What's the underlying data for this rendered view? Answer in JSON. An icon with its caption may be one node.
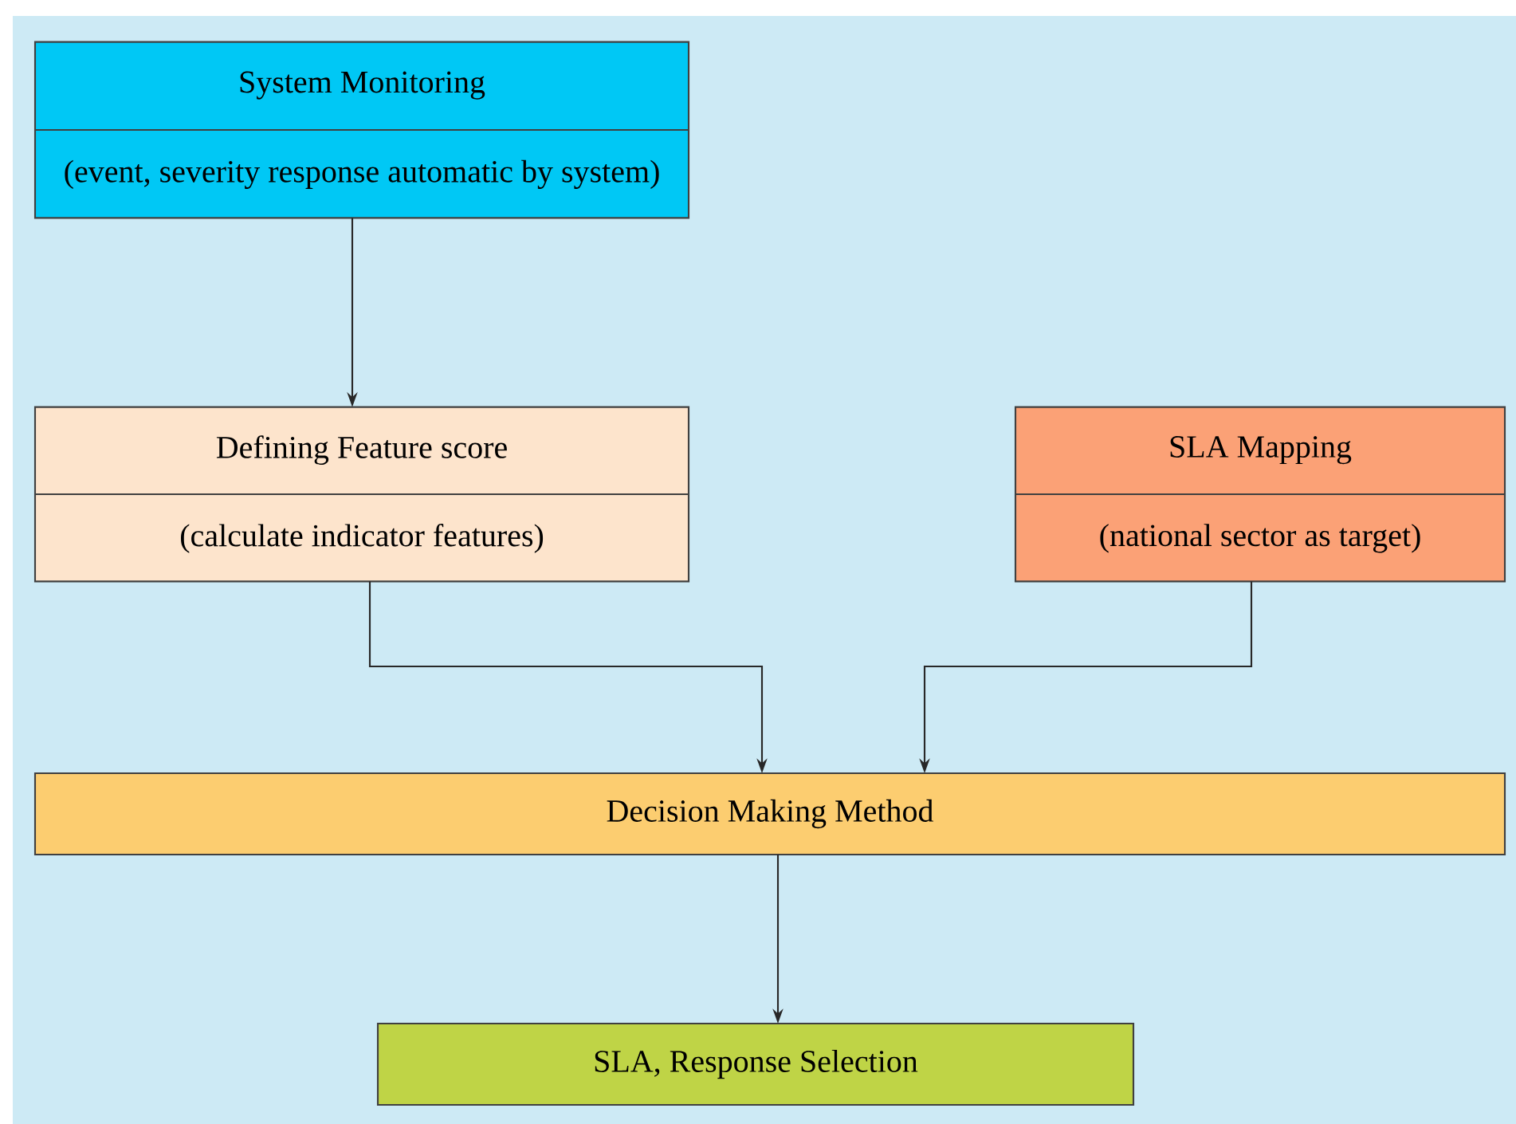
{
  "diagram": {
    "nodes": [
      {
        "text": [
          "System Monitoring",
          "(event, severity response automatic by system)"
        ]
      },
      {
        "text": [
          "Defining Feature score",
          "(calculate indicator features)"
        ]
      },
      {
        "text": [
          "SLA Mapping",
          "(national sector as target)"
        ]
      },
      {
        "text": [
          "Decision Making Method"
        ]
      },
      {
        "text": [
          "SLA, Response Selection"
        ]
      }
    ],
    "edges": [
      {
        "from": 0,
        "to": 1,
        "arrow": "to"
      },
      {
        "from": 1,
        "to": 3,
        "arrow": "to"
      },
      {
        "from": 2,
        "to": 3,
        "arrow": "to"
      },
      {
        "from": 3,
        "to": 4,
        "arrow": "to"
      }
    ]
  }
}
